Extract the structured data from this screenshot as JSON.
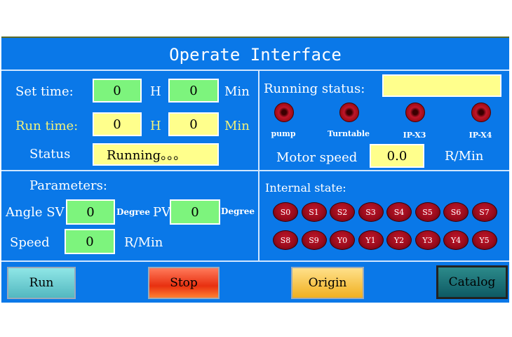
{
  "title": "Operate Interface",
  "set_time": {
    "label": "Set time:",
    "hours": "0",
    "h_unit": "H",
    "minutes": "0",
    "min_unit": "Min"
  },
  "run_time": {
    "label": "Run time:",
    "hours": "0",
    "h_unit": "H",
    "minutes": "0",
    "min_unit": "Min"
  },
  "status": {
    "label": "Status",
    "value": "Running。。。"
  },
  "running_status": {
    "label": "Running status:",
    "value": ""
  },
  "lamps": [
    {
      "label": "pump"
    },
    {
      "label": "Turntable"
    },
    {
      "label": "IP-X3"
    },
    {
      "label": "IP-X4"
    }
  ],
  "motor_speed": {
    "label": "Motor speed",
    "value": "0.0",
    "unit": "R/Min"
  },
  "parameters": {
    "label": "Parameters:",
    "angle_sv_label": "Angle SV",
    "angle_sv_value": "0",
    "degree_unit_1": "Degree",
    "pv_label": "PV",
    "pv_value": "0",
    "degree_unit_2": "Degree",
    "speed_label": "Speed",
    "speed_value": "0",
    "speed_unit": "R/Min"
  },
  "internal_state": {
    "label": "Internal state:",
    "row1": [
      "S0",
      "S1",
      "S2",
      "S3",
      "S4",
      "S5",
      "S6",
      "S7"
    ],
    "row2": [
      "S8",
      "S9",
      "Y0",
      "Y1",
      "Y2",
      "Y3",
      "Y4",
      "Y5"
    ]
  },
  "buttons": {
    "run": "Run",
    "stop": "Stop",
    "origin": "Origin",
    "catalog": "Catalog"
  },
  "colors": {
    "background": "#0a78e8",
    "input_green": "#7df47d",
    "input_yellow": "#ffff8c",
    "lamp_red": "#c0162a"
  }
}
